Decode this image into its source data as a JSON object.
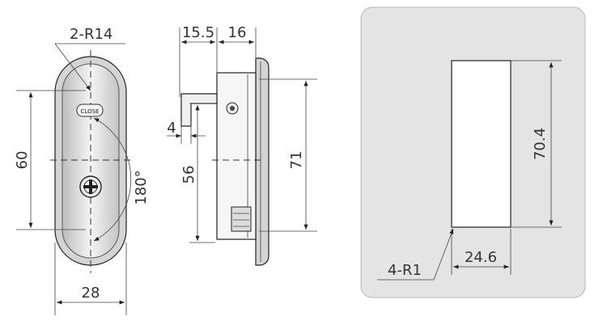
{
  "front_view": {
    "radius_label": "2-R14",
    "height_label": "60",
    "width_label": "28",
    "rotation_label": "180°",
    "close_label": "CLOSE"
  },
  "side_view": {
    "depth_label_1": "15.5",
    "depth_label_2": "16",
    "step_label": "4",
    "inner_height_label": "56",
    "total_height_label": "71"
  },
  "cutout_view": {
    "height_label": "70.4",
    "width_label": "24.6",
    "corner_label": "4-R1",
    "panel_color": "#e4e4e4"
  }
}
